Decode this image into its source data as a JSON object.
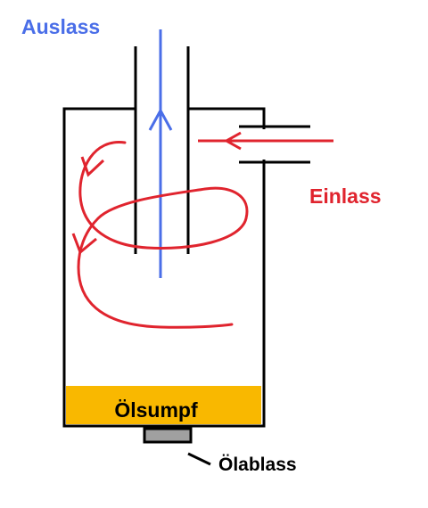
{
  "labels": {
    "outlet": "Auslass",
    "inlet": "Einlass",
    "sump": "Ölsumpf",
    "drain": "Ölablass"
  },
  "colors": {
    "outlet": "#4a6ee8",
    "inlet": "#e0242e",
    "sump": "#f9b800",
    "drain_plug": "#a0a0a0",
    "outline": "#000000"
  }
}
